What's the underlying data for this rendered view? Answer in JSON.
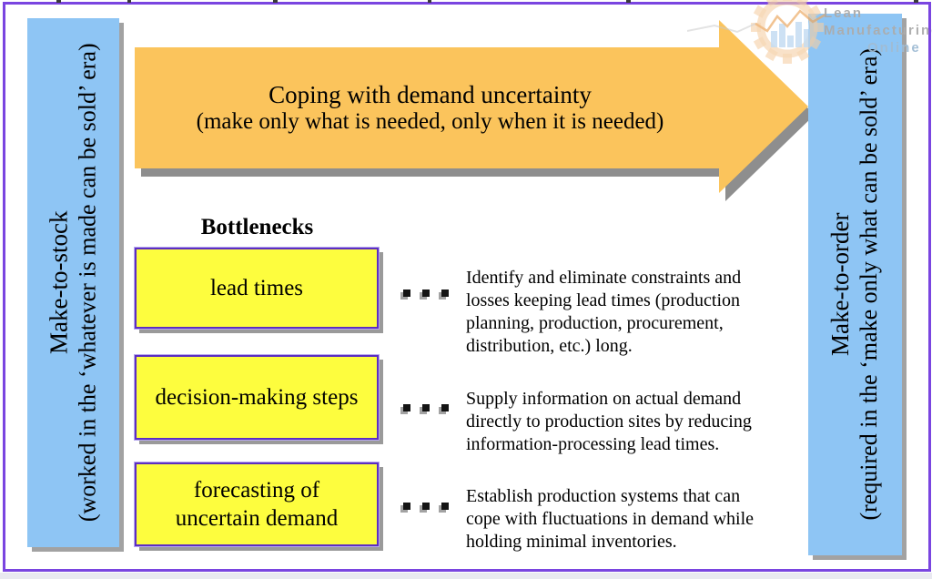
{
  "arrow": {
    "title": "Coping with demand uncertainty",
    "subtitle": "(make only what is needed, only when it is needed)",
    "fill_color": "#fbc45c",
    "shadow_color": "#8e8e8e"
  },
  "left_bar": {
    "title": "Make-to-stock",
    "subtitle": "(worked in the ‘whatever is made can be sold’ era)",
    "fill_color": "#8ec5f4"
  },
  "right_bar": {
    "title": "Make-to-order",
    "subtitle": "(required in the ‘make only what can be sold’ era)",
    "fill_color": "#8ec5f4"
  },
  "bottlenecks": {
    "heading": "Bottlenecks",
    "box_fill_color": "#fdfd3e",
    "box_border_color": "#5c2ec2",
    "items": [
      {
        "label": "lead times",
        "description": "Identify and eliminate constraints and\nlosses keeping lead times (production\nplanning, production, procurement,\ndistribution, etc.) long."
      },
      {
        "label": "decision-making steps",
        "description": "Supply information on actual demand\ndirectly to production sites by reducing\ninformation-processing lead times."
      },
      {
        "label": "forecasting of\nuncertain demand",
        "description": "Establish production systems that can\ncope with fluctuations in demand while\nholding minimal inventories."
      }
    ]
  },
  "logo": {
    "icon": "gear-barchart-icon",
    "line1": "Lean",
    "line2": "Manufacturing",
    "line3": "Online",
    "text_color": "#acacac",
    "accent_color": "#a0bcd4"
  },
  "frame_border_color": "#7a45e0"
}
